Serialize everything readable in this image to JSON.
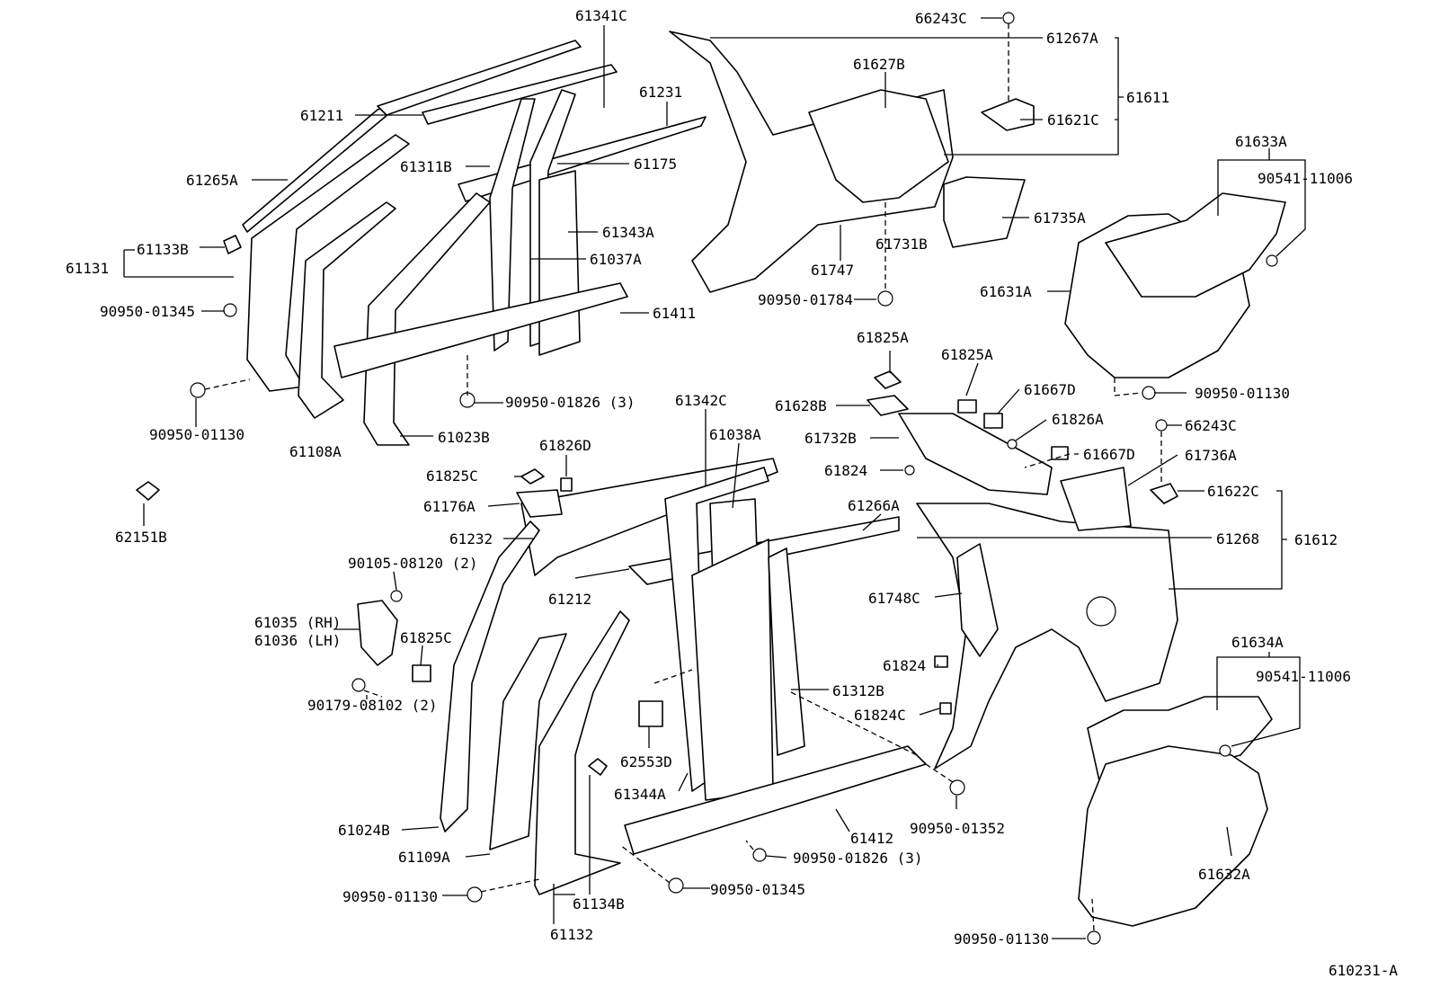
{
  "diagram": {
    "figure_code": "610231-A",
    "labels": [
      {
        "id": "l01",
        "text": "61341C"
      },
      {
        "id": "l02",
        "text": "61211"
      },
      {
        "id": "l03",
        "text": "61231"
      },
      {
        "id": "l04",
        "text": "61265A"
      },
      {
        "id": "l05",
        "text": "61311B"
      },
      {
        "id": "l06",
        "text": "61175"
      },
      {
        "id": "l07",
        "text": "61343A"
      },
      {
        "id": "l08",
        "text": "61131"
      },
      {
        "id": "l09",
        "text": "61133B"
      },
      {
        "id": "l10",
        "text": "61037A"
      },
      {
        "id": "l11",
        "text": "90950-01345"
      },
      {
        "id": "l12",
        "text": "61411"
      },
      {
        "id": "l13",
        "text": "90950-01826 (3)"
      },
      {
        "id": "l14",
        "text": "90950-01130"
      },
      {
        "id": "l15",
        "text": "61108A"
      },
      {
        "id": "l16",
        "text": "61023B"
      },
      {
        "id": "l17",
        "text": "66243C"
      },
      {
        "id": "l18",
        "text": "61267A"
      },
      {
        "id": "l19",
        "text": "61627B"
      },
      {
        "id": "l20",
        "text": "61611"
      },
      {
        "id": "l21",
        "text": "61621C"
      },
      {
        "id": "l22",
        "text": "61633A"
      },
      {
        "id": "l23",
        "text": "90541-11006"
      },
      {
        "id": "l24",
        "text": "61735A"
      },
      {
        "id": "l25",
        "text": "61731B"
      },
      {
        "id": "l26",
        "text": "61747"
      },
      {
        "id": "l27",
        "text": "61631A"
      },
      {
        "id": "l28",
        "text": "90950-01784"
      },
      {
        "id": "l29",
        "text": "61825A"
      },
      {
        "id": "l30",
        "text": "61825A"
      },
      {
        "id": "l31",
        "text": "61667D"
      },
      {
        "id": "l32",
        "text": "90950-01130"
      },
      {
        "id": "l33",
        "text": "61628B"
      },
      {
        "id": "l34",
        "text": "61826A"
      },
      {
        "id": "l35",
        "text": "66243C"
      },
      {
        "id": "l36",
        "text": "61732B"
      },
      {
        "id": "l37",
        "text": "61667D"
      },
      {
        "id": "l38",
        "text": "61736A"
      },
      {
        "id": "l39",
        "text": "61824"
      },
      {
        "id": "l40",
        "text": "61622C"
      },
      {
        "id": "l41",
        "text": "61342C"
      },
      {
        "id": "l42",
        "text": "61038A"
      },
      {
        "id": "l43",
        "text": "61826D"
      },
      {
        "id": "l44",
        "text": "61825C"
      },
      {
        "id": "l45",
        "text": "61176A"
      },
      {
        "id": "l46",
        "text": "61266A"
      },
      {
        "id": "l47",
        "text": "61232"
      },
      {
        "id": "l48",
        "text": "61268"
      },
      {
        "id": "l49",
        "text": "61612"
      },
      {
        "id": "l50",
        "text": "62151B"
      },
      {
        "id": "l51",
        "text": "90105-08120 (2)"
      },
      {
        "id": "l52",
        "text": "61212"
      },
      {
        "id": "l53",
        "text": "61748C"
      },
      {
        "id": "l54",
        "text": "61035 (RH)"
      },
      {
        "id": "l55",
        "text": "61036 (LH)"
      },
      {
        "id": "l56",
        "text": "61825C"
      },
      {
        "id": "l57",
        "text": "61634A"
      },
      {
        "id": "l58",
        "text": "90541-11006"
      },
      {
        "id": "l59",
        "text": "61824"
      },
      {
        "id": "l60",
        "text": "61312B"
      },
      {
        "id": "l61",
        "text": "90179-08102 (2)"
      },
      {
        "id": "l62",
        "text": "61824C"
      },
      {
        "id": "l63",
        "text": "62553D"
      },
      {
        "id": "l64",
        "text": "61344A"
      },
      {
        "id": "l65",
        "text": "61024B"
      },
      {
        "id": "l66",
        "text": "90950-01352"
      },
      {
        "id": "l67",
        "text": "61412"
      },
      {
        "id": "l68",
        "text": "61109A"
      },
      {
        "id": "l69",
        "text": "90950-01826 (3)"
      },
      {
        "id": "l70",
        "text": "61632A"
      },
      {
        "id": "l71",
        "text": "90950-01130"
      },
      {
        "id": "l72",
        "text": "90950-01345"
      },
      {
        "id": "l73",
        "text": "61134B"
      },
      {
        "id": "l74",
        "text": "61132"
      },
      {
        "id": "l75",
        "text": "90950-01130"
      }
    ]
  }
}
